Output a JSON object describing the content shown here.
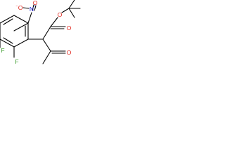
{
  "molecule": {
    "atoms": {
      "nitro_n": {
        "symbol": "N",
        "charge": "+",
        "color": "#2a2ad6"
      },
      "nitro_o_top": {
        "symbol": "O",
        "charge": "",
        "color": "#e0241b"
      },
      "nitro_o_left": {
        "symbol": "O",
        "charge": "−",
        "color": "#e0241b"
      },
      "ester_o_single": {
        "symbol": "O",
        "charge": "",
        "color": "#e0241b"
      },
      "ester_o_double": {
        "symbol": "O",
        "charge": "",
        "color": "#e0241b"
      },
      "ketone_o": {
        "symbol": "O",
        "charge": "",
        "color": "#e0241b"
      },
      "fluoro_1": {
        "symbol": "F",
        "charge": "",
        "color": "#3a9a2a"
      },
      "fluoro_2": {
        "symbol": "F",
        "charge": "",
        "color": "#3a9a2a"
      }
    },
    "bond_color": "#000000"
  }
}
